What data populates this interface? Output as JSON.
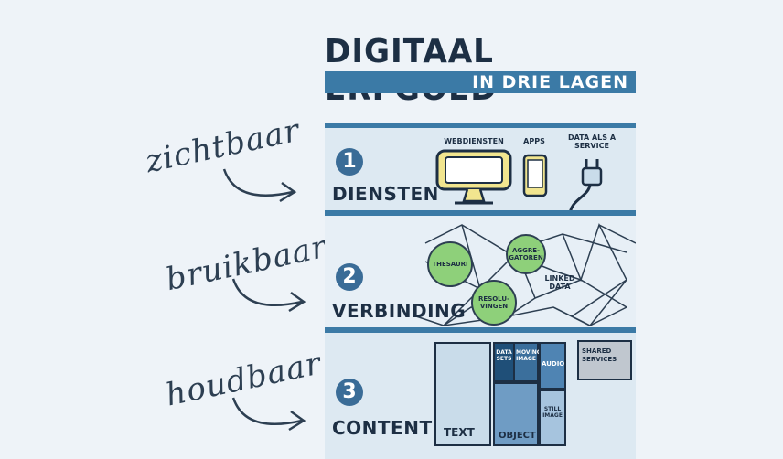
{
  "side_labels": [
    "zichtbaar",
    "bruikbaar",
    "houdbaar"
  ],
  "poster": {
    "title": "DIGITAAL ERFGOED",
    "subtitle": "IN DRIE LAGEN"
  },
  "layers": [
    {
      "number": "1",
      "label": "DIENSTEN",
      "items": [
        "WEBDIENSTEN",
        "APPS",
        "DATA ALS A SERVICE"
      ]
    },
    {
      "number": "2",
      "label": "VERBINDING",
      "nodes": [
        "THESAURI",
        "AGGRE-GATOREN",
        "RESOLU-VINGEN"
      ],
      "text_note": "LINKED DATA"
    },
    {
      "number": "3",
      "label": "CONTENT",
      "blocks": [
        "TEXT",
        "DATA SETS",
        "MOVING IMAGE",
        "AUDIO",
        "OBJECT",
        "STILL IMAGE"
      ],
      "side_box": "SHARED SERVICES"
    }
  ],
  "colors": {
    "background": "#eef3f8",
    "band_blue": "#3b7aa6",
    "light_blue": "#c9dcea",
    "node_green": "#8ed07a",
    "dark_ink": "#1d2f44"
  }
}
